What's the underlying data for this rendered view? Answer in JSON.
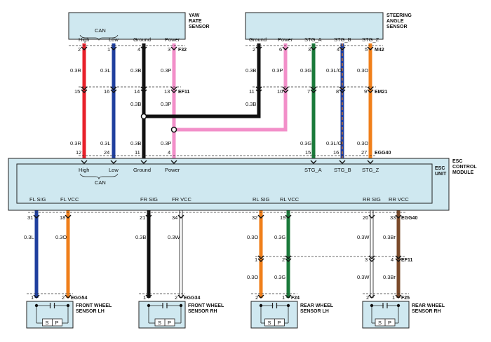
{
  "colors": {
    "red": "#e8202a",
    "blue": "#1f3f9e",
    "black": "#111111",
    "pink": "#f28fc9",
    "green": "#1a7a3a",
    "orange": "#f07f1a",
    "white": "#ffffff",
    "brown": "#7a4a2a",
    "box": "#cfe8f0"
  },
  "yaw": {
    "title": [
      "YAW",
      "RATE",
      "SENSOR"
    ],
    "can": "CAN",
    "pins": [
      {
        "label": "High",
        "num": "2"
      },
      {
        "label": "Low",
        "num": "1"
      },
      {
        "label": "Ground",
        "num": "4"
      },
      {
        "label": "Power",
        "num": "3"
      }
    ],
    "connector": "F32"
  },
  "steering": {
    "title": [
      "STEERING",
      "ANGLE",
      "SENSOR"
    ],
    "pins": [
      {
        "label": "Ground",
        "num": "2"
      },
      {
        "label": "Power",
        "num": "6"
      },
      {
        "label": "STG_A",
        "num": "3"
      },
      {
        "label": "STG_B",
        "num": "4"
      },
      {
        "label": "STG_Z",
        "num": "5"
      }
    ],
    "connector": "M42"
  },
  "ef11_top": {
    "name": "EF11",
    "pins": [
      "15",
      "16",
      "14",
      "13"
    ],
    "wires_above": [
      "0.3R",
      "0.3L",
      "0.3B",
      "0.3P"
    ],
    "wires_below": [
      "0.3R",
      "0.3L",
      "0.3B",
      "0.3P"
    ],
    "extra_black": "0.3B"
  },
  "em21": {
    "name": "EM21",
    "pins": [
      "11",
      "10",
      "7",
      "8",
      "9"
    ],
    "wires_above": [
      "0.3B",
      "0.3P",
      "0.3G",
      "0.3L/O",
      "0.3O"
    ],
    "wires_below": [
      "0.3B",
      "0.3G",
      "0.3L/O",
      "0.3O"
    ]
  },
  "egg40_top": {
    "name": "EGG40",
    "pins": [
      "12",
      "24",
      "11",
      "4",
      "15",
      "16",
      "27"
    ]
  },
  "esc": {
    "title": [
      "ESC",
      "CONTROL",
      "MODULE"
    ],
    "unit": [
      "ESC",
      "UNIT"
    ],
    "top_labels": [
      "High",
      "Low",
      "Ground",
      "Power",
      "STG_A",
      "STG_B",
      "STG_Z"
    ],
    "can": "CAN",
    "bottom_labels": [
      "FL SIG",
      "FL VCC",
      "FR SIG",
      "FR VCC",
      "RL SIG",
      "RL VCC",
      "RR SIG",
      "RR VCC"
    ]
  },
  "egg40_bottom": {
    "name": "EGG40",
    "pins": [
      "31",
      "18",
      "21",
      "34",
      "32",
      "19",
      "20",
      "33"
    ],
    "wires": [
      "0.3L",
      "0.3O",
      "0.3B",
      "0.3W",
      "0.3O",
      "0.3G",
      "0.3W",
      "0.3Br"
    ]
  },
  "ef11_bottom": {
    "name": "EF11",
    "pins": [
      "1",
      "2",
      "3",
      "4"
    ],
    "wires": [
      "0.3O",
      "0.3G",
      "0.3W",
      "0.3Br"
    ]
  },
  "sensors": [
    {
      "connector": "EGG54",
      "pins": [
        "1",
        "2"
      ],
      "title": [
        "FRONT WHEEL",
        "SENSOR LH"
      ],
      "s": "S",
      "p": "P"
    },
    {
      "connector": "EGG34",
      "pins": [
        "1",
        "2"
      ],
      "title": [
        "FRONT WHEEL",
        "SENSOR RH"
      ],
      "s": "S",
      "p": "P"
    },
    {
      "connector": "F24",
      "pins": [
        "2",
        "1"
      ],
      "title": [
        "REAR WHEEL",
        "SENSOR LH"
      ],
      "s": "S",
      "p": "P"
    },
    {
      "connector": "F25",
      "pins": [
        "2",
        "1"
      ],
      "title": [
        "REAR WHEEL",
        "SENSOR RH"
      ],
      "s": "S",
      "p": "P"
    }
  ]
}
